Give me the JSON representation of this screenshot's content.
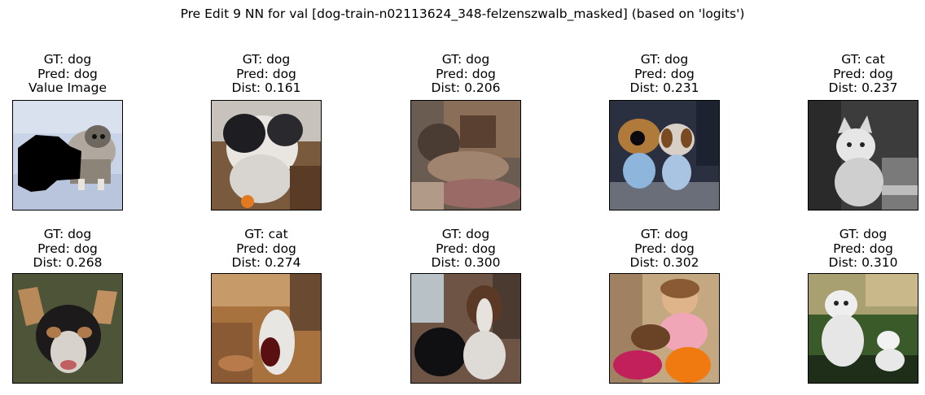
{
  "figure": {
    "title": "Pre Edit 9 NN for val [dog-train-n02113624_348-felzenszwalb_masked] (based on 'logits')"
  },
  "panels": [
    {
      "gt": "GT: dog",
      "pred": "Pred: dog",
      "extra": "Value Image",
      "image": "small-white-dog-with-black-mask-icon",
      "bg": "#c7d2e6"
    },
    {
      "gt": "GT: dog",
      "pred": "Pred: dog",
      "extra": "Dist: 0.161",
      "image": "black-white-dog-closeup-icon",
      "bg": "#8a6a4a"
    },
    {
      "gt": "GT: dog",
      "pred": "Pred: dog",
      "extra": "Dist: 0.206",
      "image": "dog-lying-on-rug-icon",
      "bg": "#7a6a5c"
    },
    {
      "gt": "GT: dog",
      "pred": "Pred: dog",
      "extra": "Dist: 0.231",
      "image": "two-small-dogs-icon",
      "bg": "#2e3446"
    },
    {
      "gt": "GT: cat",
      "pred": "Pred: dog",
      "extra": "Dist: 0.237",
      "image": "grayscale-white-cat-icon",
      "bg": "#4a4a4a"
    },
    {
      "gt": "GT: dog",
      "pred": "Pred: dog",
      "extra": "Dist: 0.268",
      "image": "dog-face-closeup-icon",
      "bg": "#4c5238"
    },
    {
      "gt": "GT: cat",
      "pred": "Pred: dog",
      "extra": "Dist: 0.274",
      "image": "white-cat-on-wood-floor-icon",
      "bg": "#a06a3a"
    },
    {
      "gt": "GT: dog",
      "pred": "Pred: dog",
      "extra": "Dist: 0.300",
      "image": "black-and-white-dogs-indoors-icon",
      "bg": "#6a5040"
    },
    {
      "gt": "GT: dog",
      "pred": "Pred: dog",
      "extra": "Dist: 0.302",
      "image": "child-with-puppy-and-toy-icon",
      "bg": "#c0a27a"
    },
    {
      "gt": "GT: dog",
      "pred": "Pred: dog",
      "extra": "Dist: 0.310",
      "image": "two-white-dogs-on-grass-icon",
      "bg": "#3c5a2c"
    }
  ]
}
